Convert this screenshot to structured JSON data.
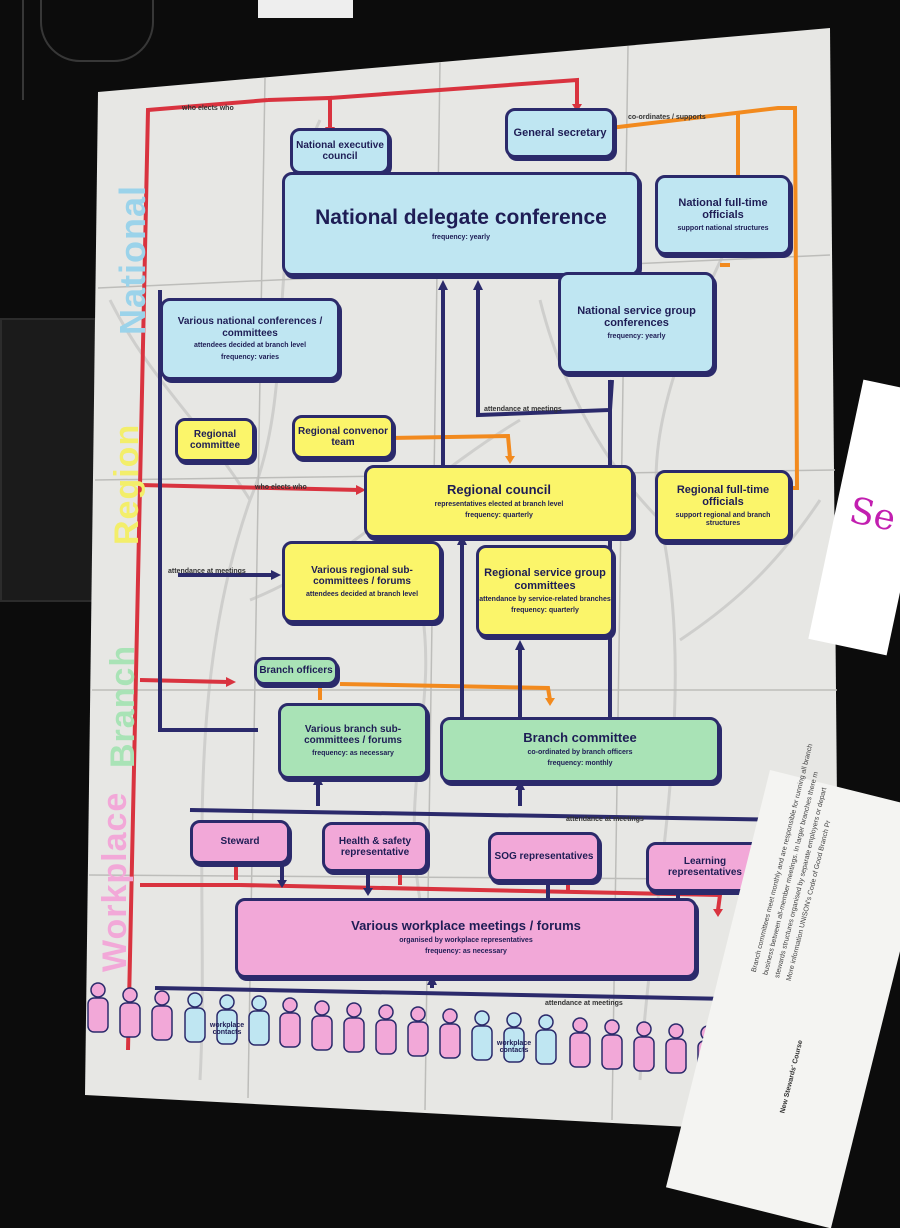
{
  "levels": {
    "national": "National",
    "region": "Region",
    "branch": "Branch",
    "workplace": "Workplace"
  },
  "side_labels": {
    "who_elects_who": "who elects who",
    "co_ordinates_supports": "co-ordinates / supports",
    "attendance_at_meetings": "attendance at meetings"
  },
  "national": {
    "nec": "National executive council",
    "general_secretary": "General secretary",
    "ndc_title": "National delegate conference",
    "ndc_sub": "frequency: yearly",
    "nfto_title": "National full-time officials",
    "nfto_sub": "support national structures",
    "various_title": "Various national conferences / committees",
    "various_sub1": "attendees decided at branch level",
    "various_sub2": "frequency: varies",
    "nsgc_title": "National service group conferences",
    "nsgc_sub": "frequency: yearly",
    "attendance_label": "attendance at meetings"
  },
  "region": {
    "regional_committee": "Regional committee",
    "convenor_team": "Regional convenor team",
    "council_title": "Regional council",
    "council_sub1": "representatives elected at branch level",
    "council_sub2": "frequency: quarterly",
    "rfto_title": "Regional full-time officials",
    "rfto_sub": "support regional and branch structures",
    "subcomm_title": "Various regional sub-committees / forums",
    "subcomm_sub": "attendees decided at branch level",
    "rsg_title": "Regional service group committees",
    "rsg_sub1": "attendance by service-related branches",
    "rsg_sub2": "frequency: quarterly",
    "who_elects": "who elects who",
    "attendance_label": "attendance at meetings"
  },
  "branch": {
    "officers": "Branch officers",
    "subcomm_title": "Various branch sub-committees / forums",
    "subcomm_sub": "frequency: as necessary",
    "committee_title": "Branch committee",
    "committee_sub1": "co-ordinated by branch officers",
    "committee_sub2": "frequency: monthly"
  },
  "workplace": {
    "steward": "Steward",
    "hs_rep": "Health & safety representative",
    "sog_rep": "SOG representatives",
    "learning_rep": "Learning representatives",
    "meetings_title": "Various workplace meetings / forums",
    "meetings_sub1": "organised by workplace representatives",
    "meetings_sub2": "frequency: as necessary",
    "contacts_1": "workplace contacts",
    "contacts_2": "workplace contacts",
    "attendance_label_1": "attendance at meetings",
    "attendance_label_2": "attendance at meetings"
  },
  "side_card": {
    "handwriting": "Se",
    "lines": [
      "Branch committees meet monthly and are responsible for running all branch",
      "business between all-member meetings. In larger branches there m",
      "stewards structures organised by separate employers or depart",
      "More information UNISON's Code of Good Branch Pr",
      "New Stewards' Course"
    ]
  },
  "colors": {
    "blue": "#bfe6f2",
    "yellow": "#fbf56a",
    "green": "#a9e3b6",
    "pink": "#f2a8d8",
    "red_line": "#d9333f",
    "orange_line": "#f28a1e",
    "navy_line": "#2b2a6b",
    "board": "#e9e9e6"
  }
}
